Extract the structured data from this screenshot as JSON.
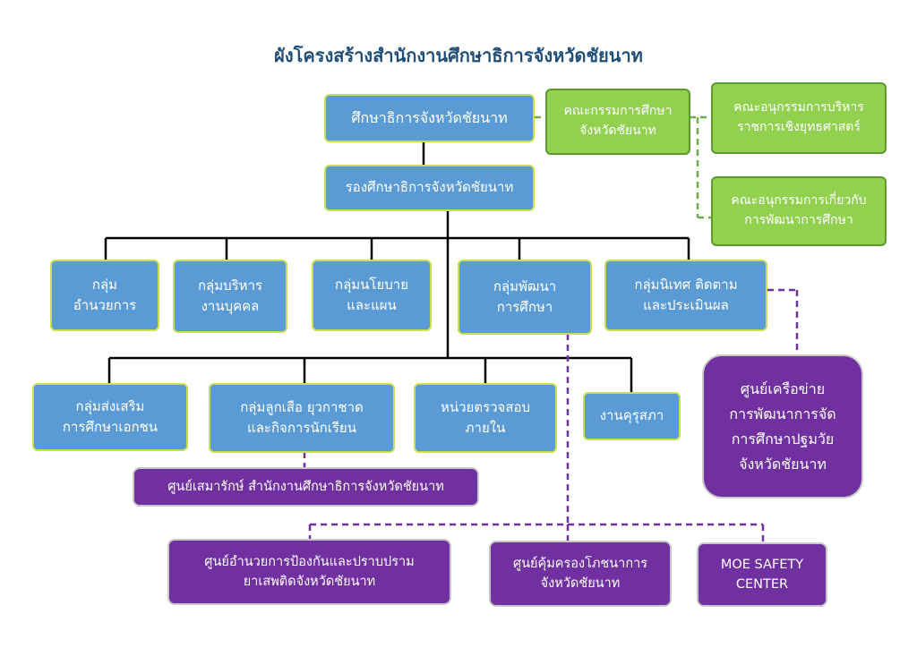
{
  "title": "ผังโครงสร้างสำนักงานศึกษาธิการจังหวัดชัยนาท",
  "colors": {
    "blue_box": "#5b9bd5",
    "green_box": "#92d050",
    "purple_box": "#7030a0",
    "title_text": "#1f4e79",
    "solid_line": "#000000",
    "green_dashed_line": "#70ad47",
    "purple_dashed_line": "#7030a0"
  },
  "top": {
    "director": "ศึกษาธิการจังหวัดชัยนาท",
    "deputy": "รองศึกษาธิการจังหวัดชัยนาท"
  },
  "committees": {
    "main": "คณะกรรมการศึกษา\nจังหวัดชัยนาท",
    "sub1": "คณะอนุกรรมการบริหาร\nราชการเชิงยุทธศาสตร์",
    "sub2": "คณะอนุกรรมการเกี่ยวกับ\nการพัฒนาการศึกษา"
  },
  "groups_row1": [
    "กลุ่ม\nอำนวยการ",
    "กลุ่มบริหาร\nงานบุคคล",
    "กลุ่มนโยบาย\nและแผน",
    "กลุ่มพัฒนา\nการศึกษา",
    "กลุ่มนิเทศ ติดตาม\nและประเมินผล"
  ],
  "groups_row2": [
    "กลุ่มส่งเสริม\nการศึกษาเอกชน",
    "กลุ่มลูกเสือ ยุวกาชาด\nและกิจการนักเรียน",
    "หน่วยตรวจสอบ\nภายใน",
    "งานคุรุสภา"
  ],
  "centers": {
    "samarak": "ศูนย์เสมารักษ์ สำนักงานศึกษาธิการจังหวัดชัยนาท",
    "early_childhood": "ศูนย์เครือข่าย\nการพัฒนาการจัด\nการศึกษาปฐมวัย\nจังหวัดชัยนาท",
    "drug_prevention": "ศูนย์อำนวยการป้องกันและปราบปราม\nยาเสพติดจังหวัดชัยนาท",
    "child_protection": "ศูนย์คุ้มครองโภชนาการ\nจังหวัดชัยนาท",
    "moe_safety": "MOE SAFETY\nCENTER"
  }
}
